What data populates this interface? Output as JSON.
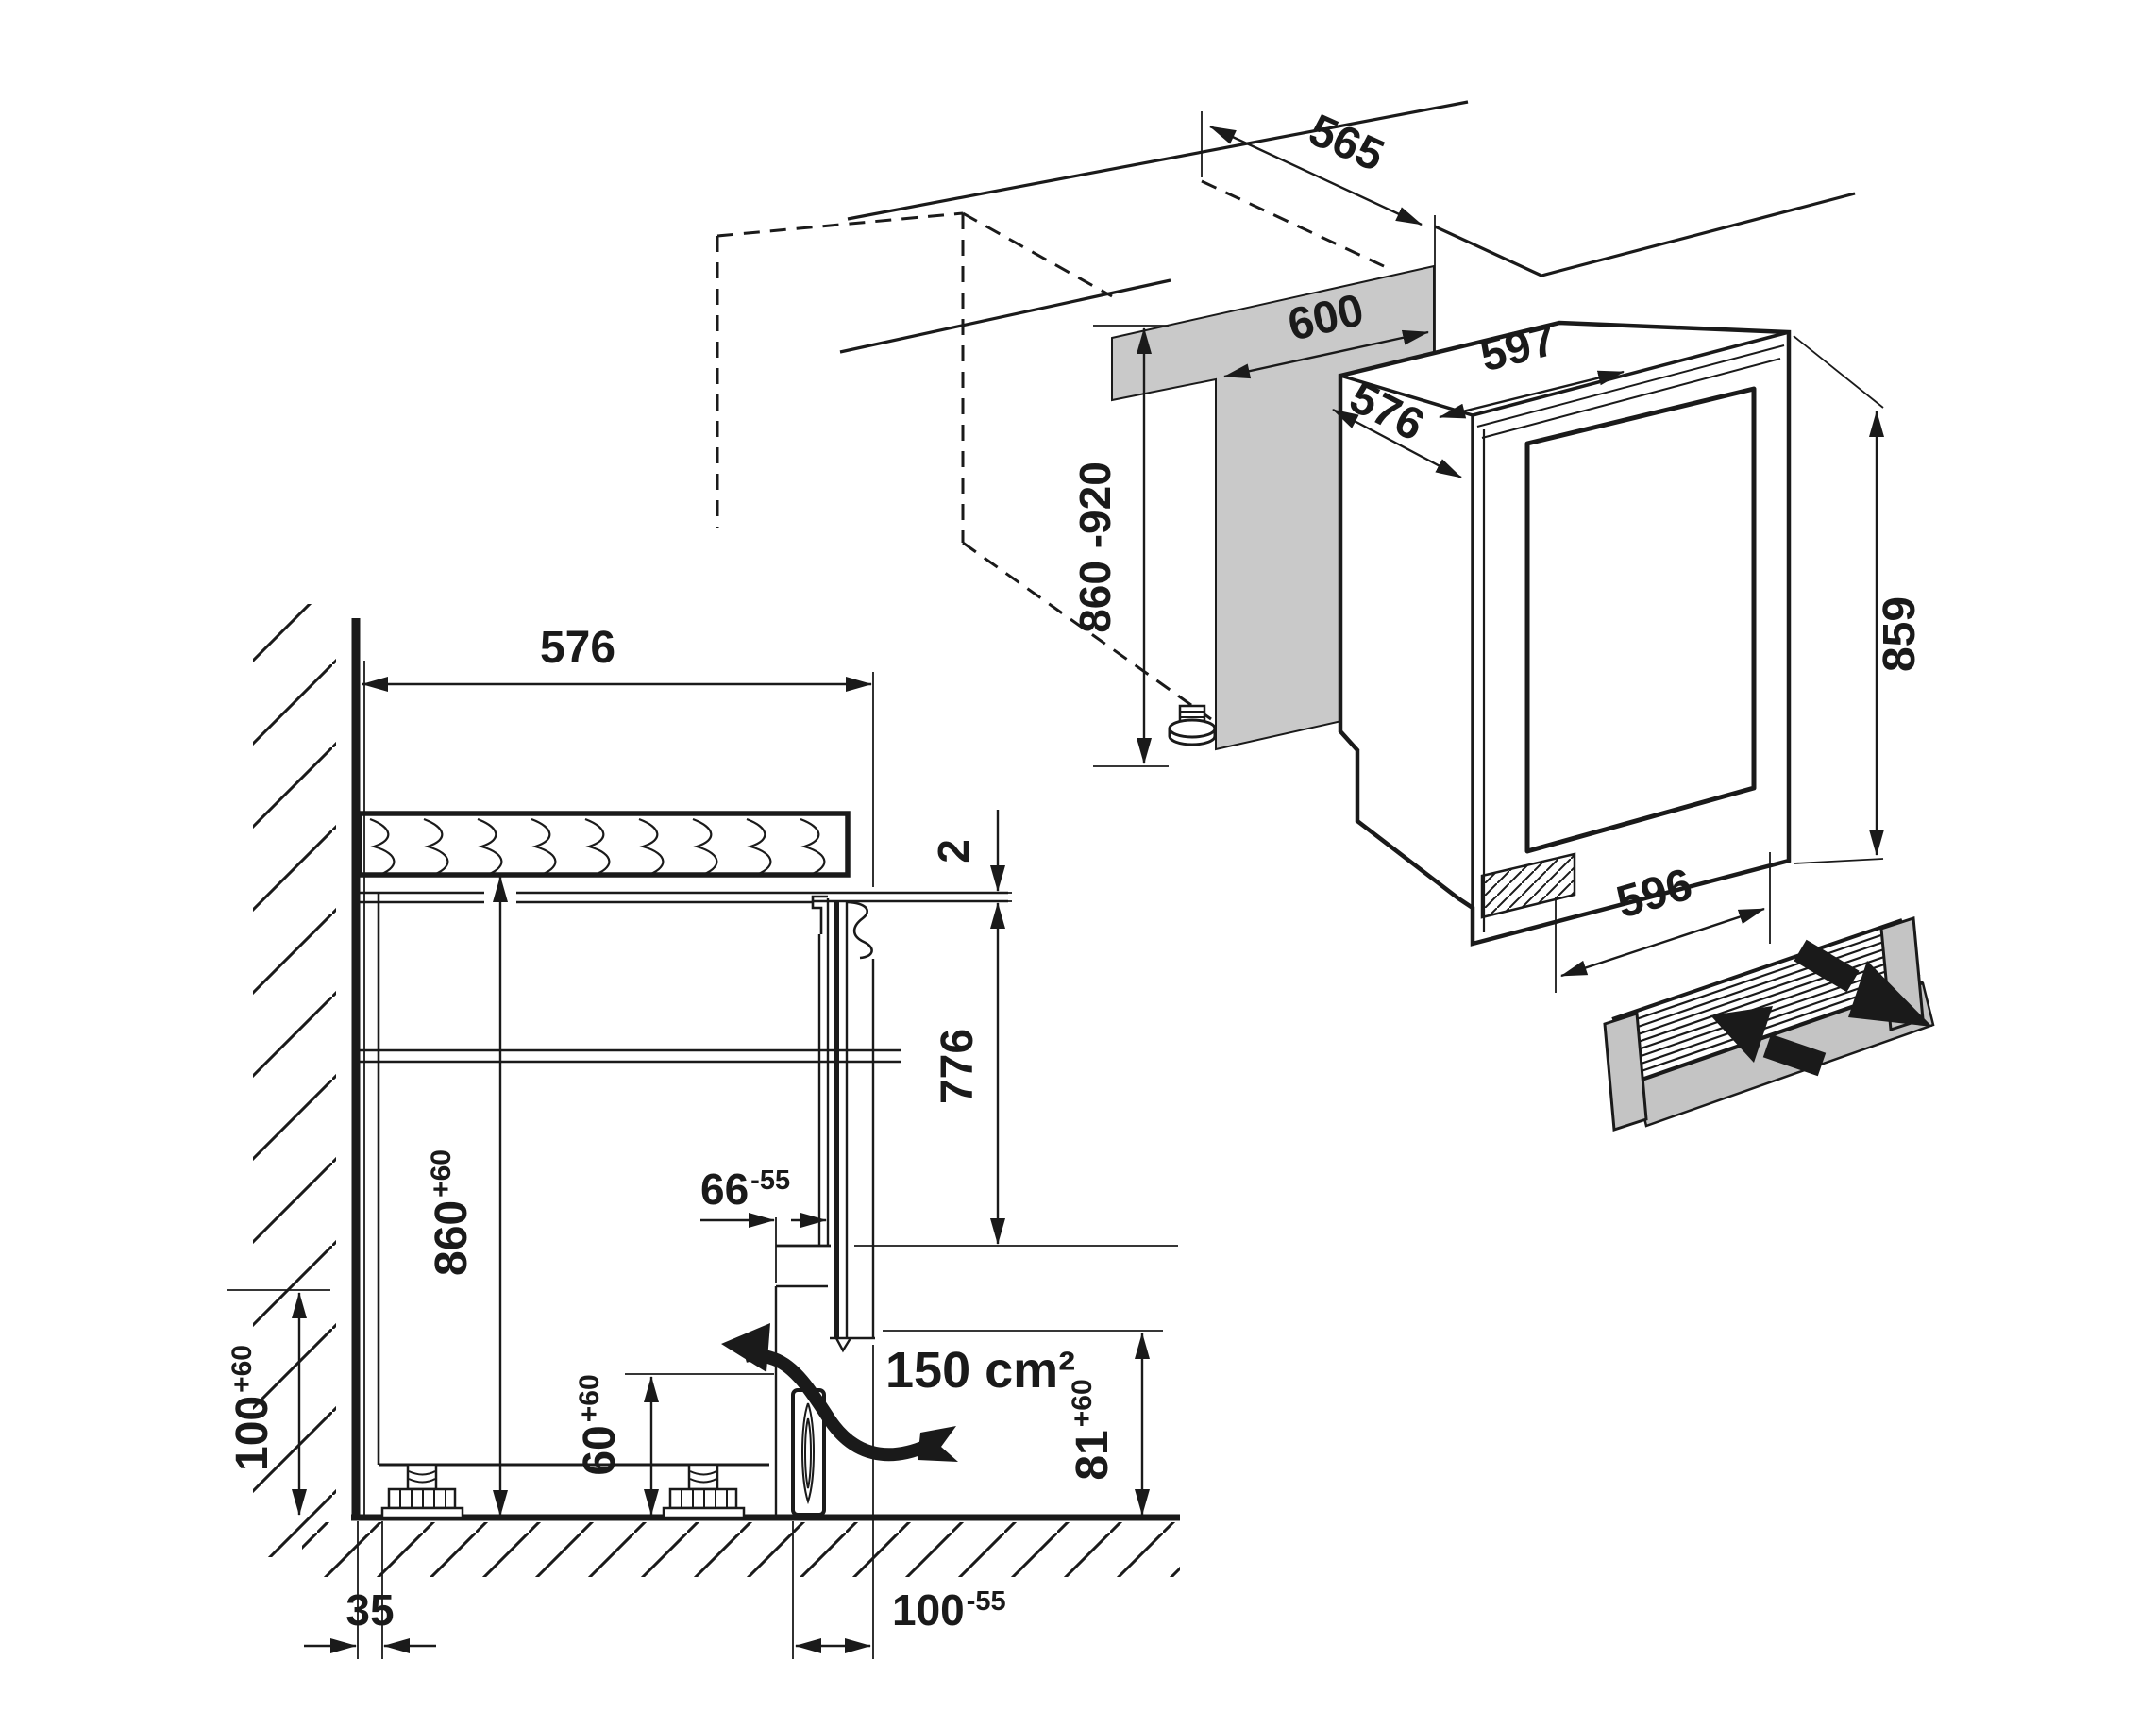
{
  "diagram": {
    "section_view": {
      "counter_width": {
        "value": "576"
      },
      "top_gap": {
        "value": "2"
      },
      "door_height": {
        "value": "776"
      },
      "niche_height": {
        "value": "860",
        "tol": "+60"
      },
      "plinth_height": {
        "value": "100",
        "tol": "+60"
      },
      "vent_clearance": {
        "value": "60",
        "tol": "+60"
      },
      "door_recess": {
        "value": "66",
        "tol": "-55"
      },
      "base_height": {
        "value": "81",
        "tol": "+60"
      },
      "wall_clearance": {
        "value": "35"
      },
      "plinth_recess": {
        "value": "100",
        "tol": "-55"
      },
      "vent_area": "150 cm²"
    },
    "perspective_view": {
      "niche_depth": "565",
      "niche_width": "600",
      "niche_height_range": "860 -920",
      "appliance_top_width": "597",
      "appliance_top_depth": "576",
      "appliance_height": "859",
      "appliance_base_width": "596"
    }
  }
}
